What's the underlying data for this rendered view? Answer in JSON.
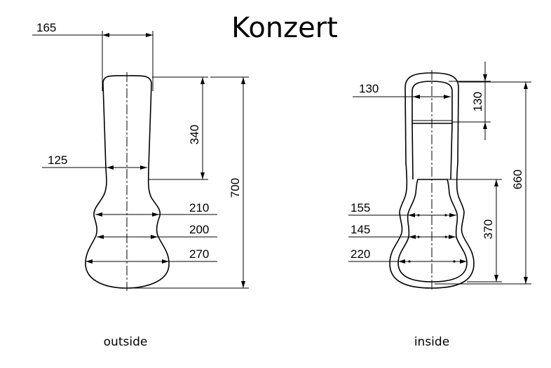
{
  "title": "Konzert",
  "outside": {
    "caption": "outside",
    "dims": {
      "top_width": "165",
      "upper_length": "340",
      "neck_width": "125",
      "total_length": "700",
      "upper_bout": "210",
      "waist": "200",
      "lower_bout": "270"
    }
  },
  "inside": {
    "caption": "inside",
    "dims": {
      "head_width": "130",
      "head_length": "130",
      "total_length": "660",
      "upper_bout": "155",
      "body_length": "370",
      "waist": "145",
      "lower_bout": "220"
    }
  }
}
